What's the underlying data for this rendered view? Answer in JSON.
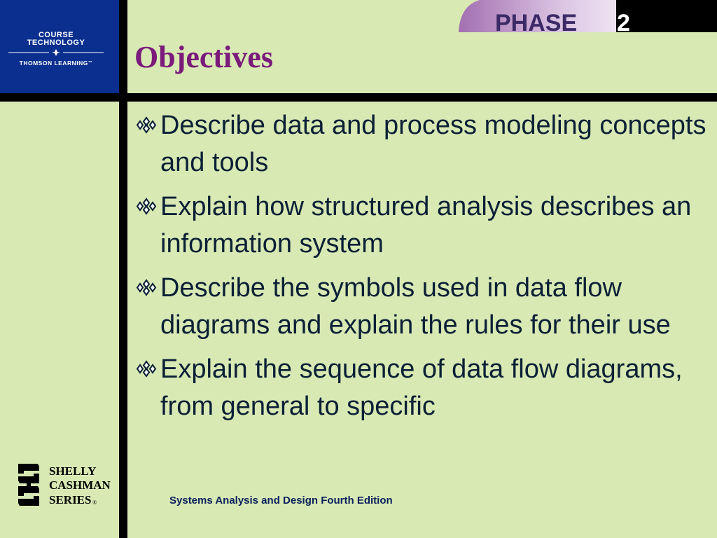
{
  "logo": {
    "line1": "COURSE",
    "line2": "TECHNOLOGY",
    "line3": "THOMSON LEARNING",
    "trademark": "™"
  },
  "phase": {
    "word": "PHASE",
    "number": "2"
  },
  "slide": {
    "title": "Objectives",
    "bullets": [
      "Describe data and process modeling concepts and tools",
      "Explain how structured analysis describes an information system",
      "Describe the symbols used in data flow diagrams and explain the rules for their use",
      "Explain the sequence of data flow diagrams, from general to specific"
    ]
  },
  "series_logo": {
    "line1": "SHELLY",
    "line2": "CASHMAN",
    "line3": "SERIES",
    "registered": "®"
  },
  "footer": {
    "text": "Systems Analysis and Design Fourth Edition"
  },
  "icons": {
    "bullet": "four-diamond-bullet-icon"
  },
  "colors": {
    "background": "#d8e9b4",
    "title": "#7a1a7a",
    "logo_blue": "#0a2f8f",
    "text": "#0b2036",
    "footer": "#0a1f5c"
  }
}
